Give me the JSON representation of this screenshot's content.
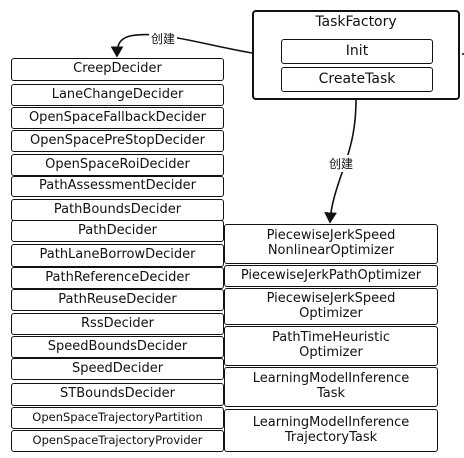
{
  "factory": {
    "title": "TaskFactory",
    "methods": [
      "Init",
      "CreateTask"
    ]
  },
  "edge_labels": [
    "创建",
    "创建"
  ],
  "deciders": [
    "CreepDecider",
    "LaneChangeDecider",
    "OpenSpaceFallbackDecider",
    "OpenSpacePreStopDecider",
    "OpenSpaceRoiDecider",
    "PathAssessmentDecider",
    "PathBoundsDecider",
    "PathDecider",
    "PathLaneBorrowDecider",
    "PathReferenceDecider",
    "PathReuseDecider",
    "RssDecider",
    "SpeedBoundsDecider",
    "SpeedDecider",
    "STBoundsDecider",
    "OpenSpaceTrajectoryPartition",
    "OpenSpaceTrajectoryProvider"
  ],
  "optimizers": [
    "PiecewiseJerkSpeed\nNonlinearOptimizer",
    "PiecewiseJerkPathOptimizer",
    "PiecewiseJerkSpeed\nOptimizer",
    "PathTimeHeuristic\nOptimizer",
    "LearningModelInference\nTask",
    "LearningModelInference\nTrajectoryTask"
  ]
}
